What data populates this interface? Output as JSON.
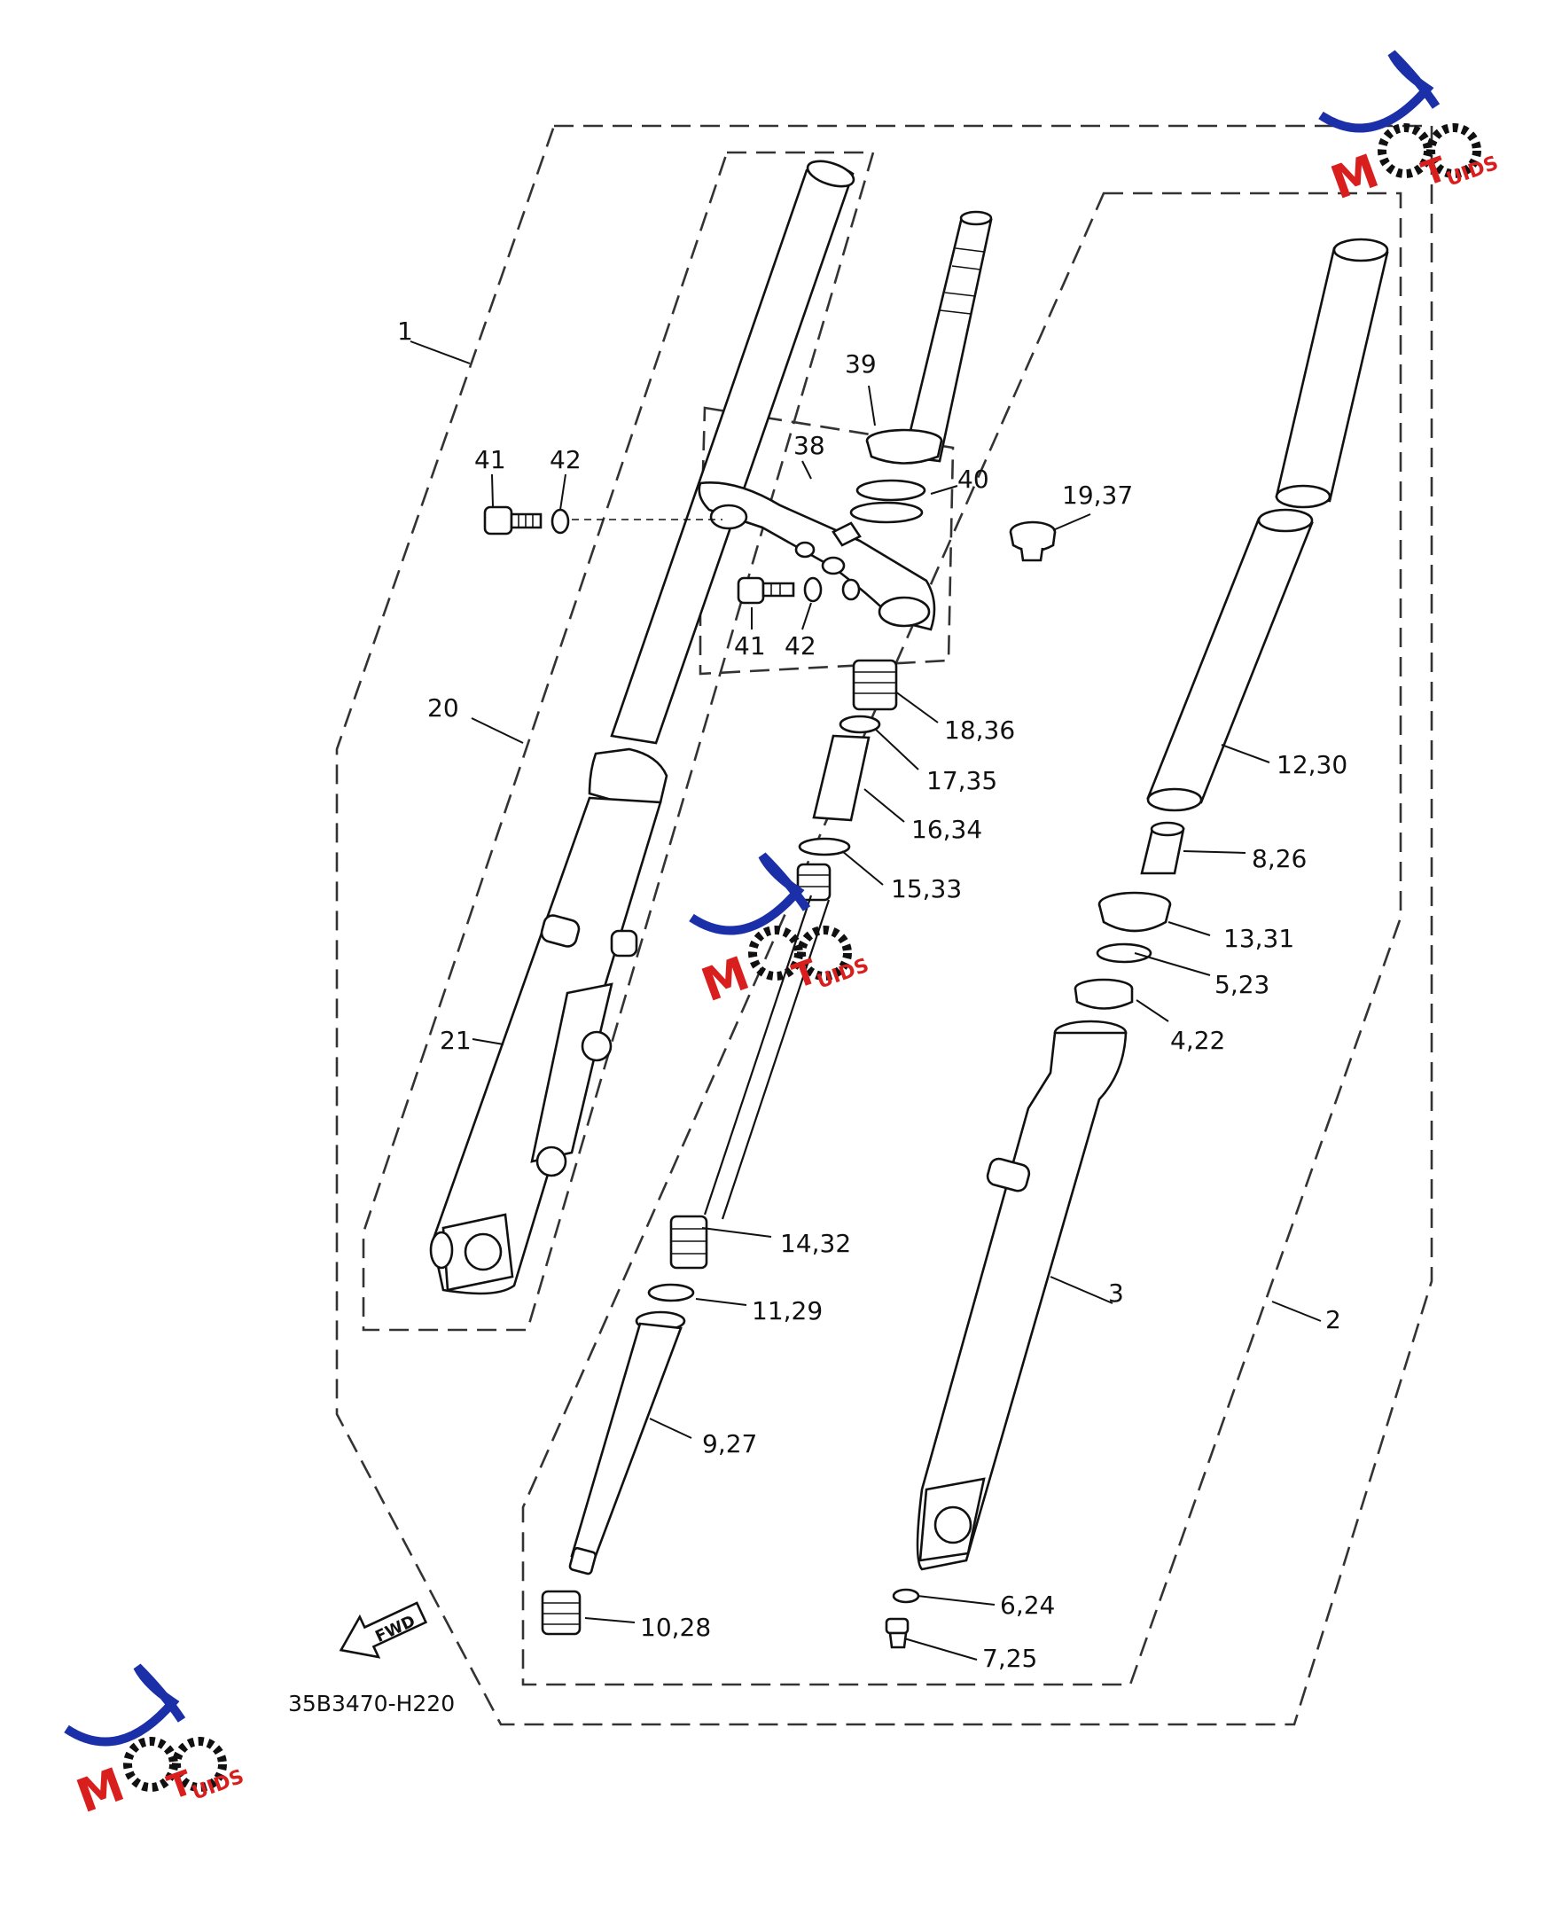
{
  "diagram": {
    "drawing_code": "35B3470-H220",
    "fwd_label": "FWD",
    "watermark": {
      "text": "MOTO GUIDS",
      "colors": {
        "swoosh": "#1a2fa8",
        "letters": "#d91e1e",
        "gear": "#111111"
      }
    },
    "callouts": [
      {
        "id": "c1",
        "text": "1"
      },
      {
        "id": "c2",
        "text": "2"
      },
      {
        "id": "c3",
        "text": "3"
      },
      {
        "id": "c4",
        "text": "4,22"
      },
      {
        "id": "c5",
        "text": "5,23"
      },
      {
        "id": "c6",
        "text": "6,24"
      },
      {
        "id": "c7",
        "text": "7,25"
      },
      {
        "id": "c8",
        "text": "8,26"
      },
      {
        "id": "c9",
        "text": "9,27"
      },
      {
        "id": "c10",
        "text": "10,28"
      },
      {
        "id": "c11",
        "text": "11,29"
      },
      {
        "id": "c12",
        "text": "12,30"
      },
      {
        "id": "c13",
        "text": "13,31"
      },
      {
        "id": "c14",
        "text": "14,32"
      },
      {
        "id": "c15",
        "text": "15,33"
      },
      {
        "id": "c16",
        "text": "16,34"
      },
      {
        "id": "c17",
        "text": "17,35"
      },
      {
        "id": "c18",
        "text": "18,36"
      },
      {
        "id": "c19",
        "text": "19,37"
      },
      {
        "id": "c20",
        "text": "20"
      },
      {
        "id": "c21",
        "text": "21"
      },
      {
        "id": "c38",
        "text": "38"
      },
      {
        "id": "c39",
        "text": "39"
      },
      {
        "id": "c40",
        "text": "40"
      },
      {
        "id": "c41a",
        "text": "41"
      },
      {
        "id": "c42a",
        "text": "42"
      },
      {
        "id": "c41b",
        "text": "41"
      },
      {
        "id": "c42b",
        "text": "42"
      }
    ]
  }
}
